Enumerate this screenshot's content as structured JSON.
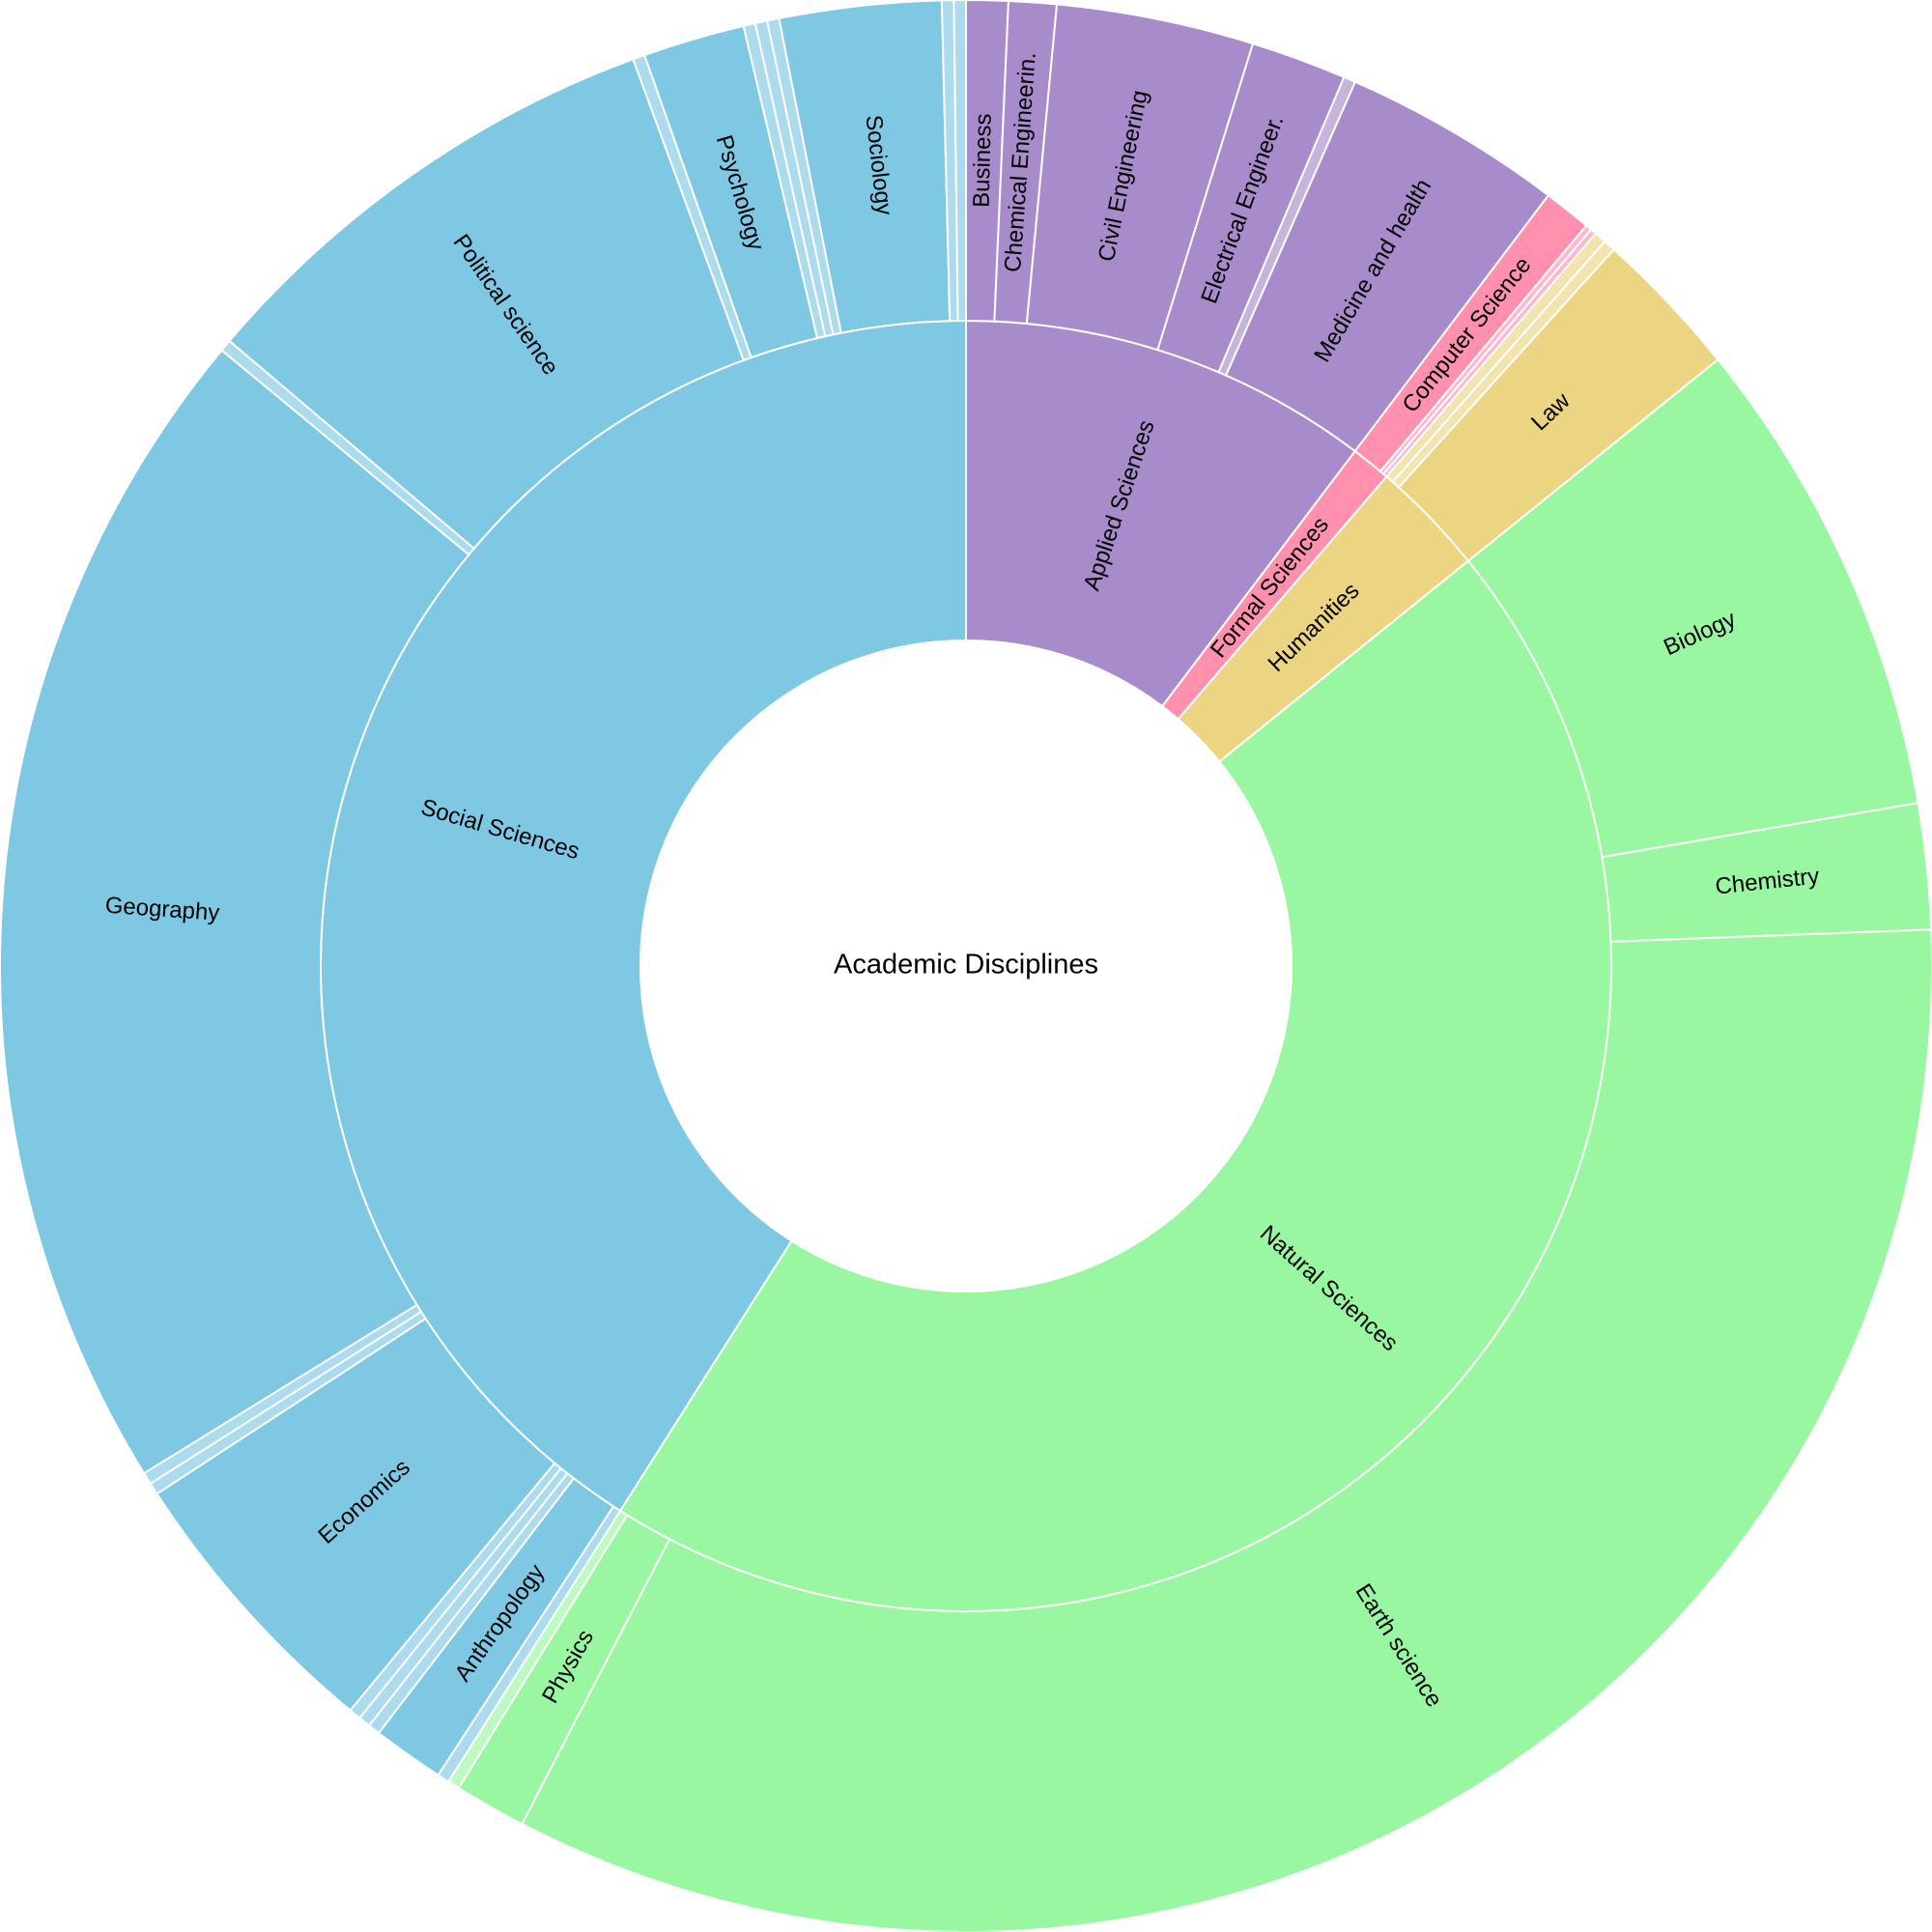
{
  "chart_data": {
    "type": "sunburst",
    "title": "Academic Disciplines",
    "units": "percent of total (estimated from arc angles)",
    "categories": [
      {
        "name": "Applied Sciences",
        "value": 10.3,
        "color": "#a78bca",
        "children": [
          {
            "name": "Business",
            "value": 0.7
          },
          {
            "name": "Chemical Engineerin.",
            "value": 0.8
          },
          {
            "name": "Civil Engineering",
            "value": 3.3
          },
          {
            "name": "Electrical Engineer.",
            "value": 1.6
          },
          {
            "name": "",
            "value": 0.2
          },
          {
            "name": "Medicine and health",
            "value": 3.7
          }
        ]
      },
      {
        "name": "Formal Sciences",
        "value": 1.0,
        "color": "#ff91af",
        "children": [
          {
            "name": "Computer Science",
            "value": 0.8
          },
          {
            "name": "",
            "value": 0.1
          },
          {
            "name": "",
            "value": 0.1
          }
        ]
      },
      {
        "name": "Humanities",
        "value": 2.9,
        "color": "#ebd583",
        "children": [
          {
            "name": "",
            "value": 0.2
          },
          {
            "name": "",
            "value": 0.2
          },
          {
            "name": "Law",
            "value": 2.5
          }
        ]
      },
      {
        "name": "Natural Sciences",
        "value": 44.8,
        "color": "#98f7a0",
        "children": [
          {
            "name": "Biology",
            "value": 8.1
          },
          {
            "name": "Chemistry",
            "value": 2.1
          },
          {
            "name": "Earth science",
            "value": 33.2
          },
          {
            "name": "Physics",
            "value": 1.2
          },
          {
            "name": "",
            "value": 0.2
          }
        ]
      },
      {
        "name": "Social Sciences",
        "value": 41.0,
        "color": "#7ec8e3",
        "children": [
          {
            "name": "",
            "value": 0.2
          },
          {
            "name": "Anthropology",
            "value": 1.2
          },
          {
            "name": "",
            "value": 0.2
          },
          {
            "name": "",
            "value": 0.2
          },
          {
            "name": "",
            "value": 0.2
          },
          {
            "name": "Economics",
            "value": 4.8
          },
          {
            "name": "",
            "value": 0.2
          },
          {
            "name": "",
            "value": 0.2
          },
          {
            "name": "Geography",
            "value": 19.8
          },
          {
            "name": "",
            "value": 0.2
          },
          {
            "name": "Political science",
            "value": 8.2
          },
          {
            "name": "",
            "value": 0.2
          },
          {
            "name": "Psychology",
            "value": 1.7
          },
          {
            "name": "",
            "value": 0.2
          },
          {
            "name": "",
            "value": 0.2
          },
          {
            "name": "",
            "value": 0.2
          },
          {
            "name": "Sociology",
            "value": 2.7
          },
          {
            "name": "",
            "value": 0.2
          },
          {
            "name": "",
            "value": 0.2
          }
        ]
      }
    ]
  }
}
